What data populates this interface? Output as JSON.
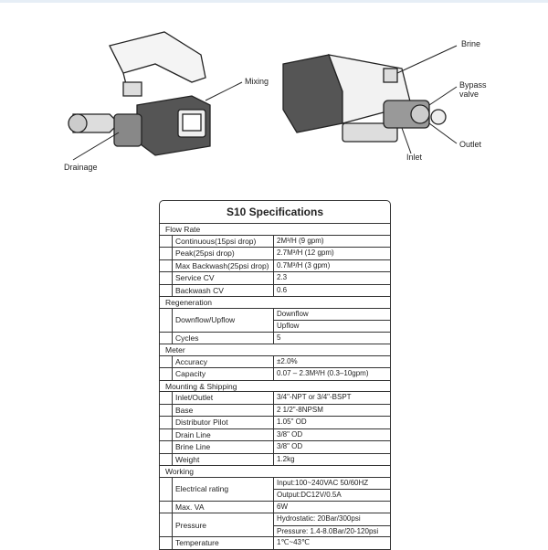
{
  "callouts": {
    "mixing": "Mixing",
    "drainage": "Drainage",
    "brine": "Brine",
    "bypass_valve": "Bypass valve",
    "outlet": "Outlet",
    "inlet": "Inlet"
  },
  "spec": {
    "title": "S10  Specifications",
    "sections": [
      {
        "name": "Flow Rate",
        "rows": [
          {
            "label": "Continuous(15psi drop)",
            "values": [
              "2M³/H   (9 gpm)"
            ]
          },
          {
            "label": "Peak(25psi drop)",
            "values": [
              "2.7M³/H (12 gpm)"
            ]
          },
          {
            "label": "Max Backwash(25psi drop)",
            "values": [
              "0.7M³/H (3 gpm)"
            ]
          },
          {
            "label": "Service CV",
            "values": [
              "2.3"
            ]
          },
          {
            "label": "Backwash CV",
            "values": [
              "0.6"
            ]
          }
        ]
      },
      {
        "name": "Regeneration",
        "rows": [
          {
            "label": "Downflow/Upflow",
            "values": [
              "Downflow",
              "Upflow"
            ]
          },
          {
            "label": "Cycles",
            "values": [
              "5"
            ]
          }
        ]
      },
      {
        "name": "Meter",
        "rows": [
          {
            "label": "Accuracy",
            "values": [
              "±2.0%"
            ]
          },
          {
            "label": "Capacity",
            "values": [
              "0.07 – 2.3M³/H (0.3–10gpm)"
            ]
          }
        ]
      },
      {
        "name": "Mounting & Shipping",
        "rows": [
          {
            "label": "Inlet/Outlet",
            "values": [
              "3/4\"-NPT or 3/4\"-BSPT"
            ]
          },
          {
            "label": "Base",
            "values": [
              "2 1/2\"-8NPSM"
            ]
          },
          {
            "label": "Distributor Pilot",
            "values": [
              "1.05\" OD"
            ]
          },
          {
            "label": "Drain Line",
            "values": [
              "3/8\" OD"
            ]
          },
          {
            "label": "Brine Line",
            "values": [
              "3/8\" OD"
            ]
          },
          {
            "label": "Weight",
            "values": [
              "1.2kg"
            ]
          }
        ]
      },
      {
        "name": "Working",
        "rows": [
          {
            "label": "Electrical rating",
            "values": [
              "Input:100~240VAC 50/60HZ",
              "Output:DC12V/0.5A"
            ]
          },
          {
            "label": "Max.  VA",
            "values": [
              "6W"
            ]
          },
          {
            "label": "Pressure",
            "values": [
              "Hydrostatic: 20Bar/300psi",
              "Pressure: 1.4-8.0Bar/20-120psi"
            ]
          },
          {
            "label": "Temperature",
            "values": [
              "1℃~43℃"
            ]
          }
        ]
      }
    ]
  }
}
